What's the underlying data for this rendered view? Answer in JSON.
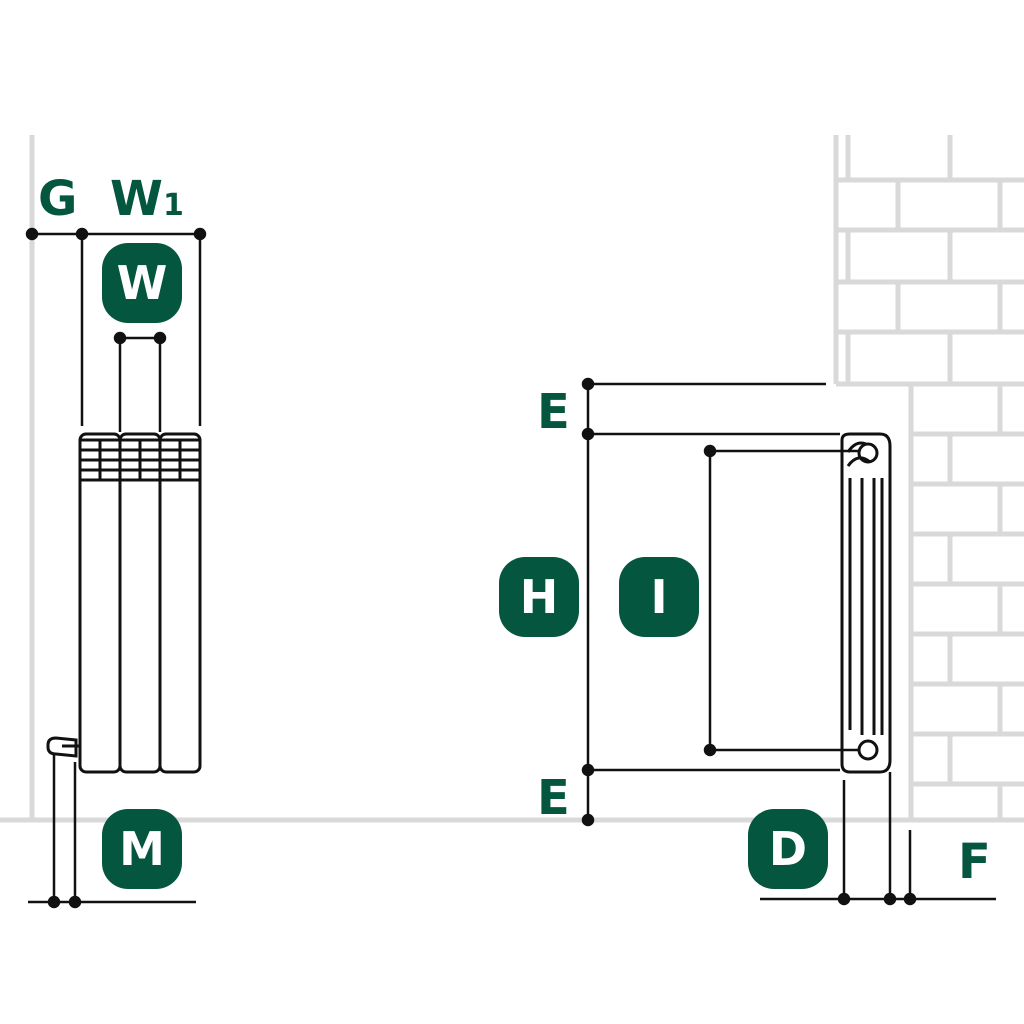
{
  "colors": {
    "accent": "#05563F",
    "wall": "#d9d9d9",
    "line": "#111111",
    "background": "#ffffff"
  },
  "labels": {
    "g": "G",
    "w1_main": "W",
    "w1_sub": "1",
    "e_top": "E",
    "e_bottom": "E",
    "f": "F"
  },
  "badges": {
    "w": "W",
    "m": "M",
    "h": "H",
    "i": "I",
    "d": "D"
  }
}
